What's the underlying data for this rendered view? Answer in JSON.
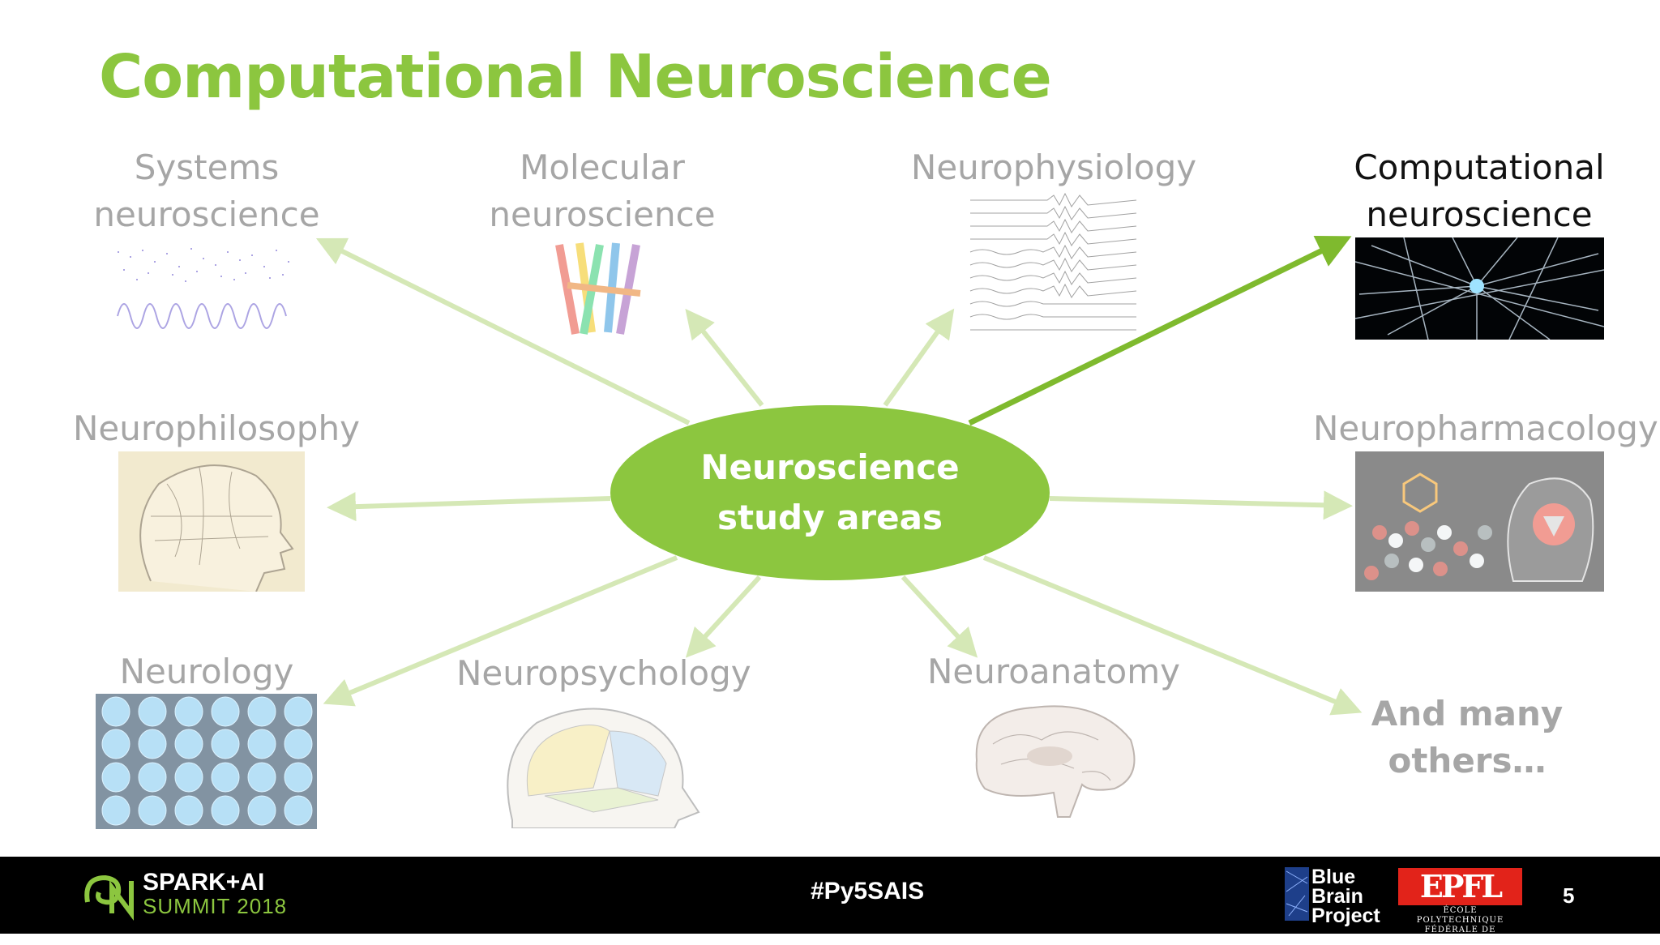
{
  "slide": {
    "title": "Computational Neuroscience",
    "center": {
      "line1": "Neuroscience",
      "line2": "study areas"
    },
    "areas": {
      "systems": {
        "line1": "Systems",
        "line2": "neuroscience"
      },
      "molecular": {
        "line1": "Molecular",
        "line2": "neuroscience"
      },
      "neurophysiology": {
        "line1": "Neurophysiology"
      },
      "computational": {
        "line1": "Computational",
        "line2": "neuroscience"
      },
      "neurophilosophy": {
        "line1": "Neurophilosophy"
      },
      "neuropharmacology": {
        "line1": "Neuropharmacology"
      },
      "neurology": {
        "line1": "Neurology"
      },
      "neuropsychology": {
        "line1": "Neuropsychology"
      },
      "neuroanatomy": {
        "line1": "Neuroanatomy"
      },
      "others": {
        "line1": "And many",
        "line2": "others…"
      }
    },
    "colors": {
      "accent": "#8cc63f",
      "accent_light": "#d5e8b6",
      "muted_text": "#a6a6a6"
    }
  },
  "footer": {
    "spark_line1": "SPARK+AI",
    "spark_line2": "SUMMIT 2018",
    "hashtag": "#Py5SAIS",
    "bbp_line1": "Blue",
    "bbp_line2": "Brain",
    "bbp_line3": "Project",
    "epfl_word": "EPFL",
    "epfl_line1": "ÉCOLE POLYTECHNIQUE",
    "epfl_line2": "FÉDÉRALE DE LAUSANNE",
    "page_number": "5"
  }
}
